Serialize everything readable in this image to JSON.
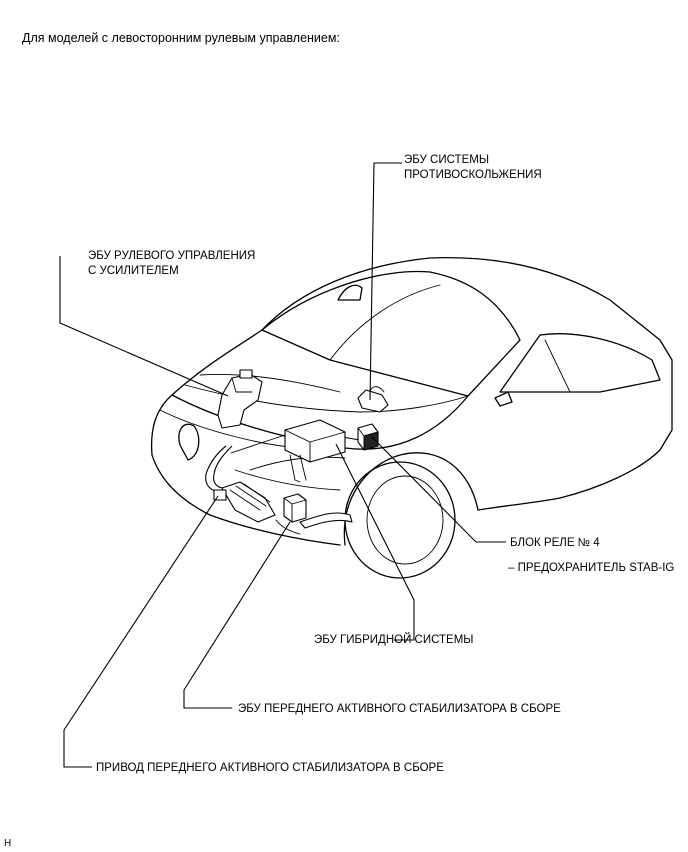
{
  "heading": "Для моделей с левосторонним рулевым управлением:",
  "labels": {
    "skid_ecu_line1": "ЭБУ СИСТЕМЫ",
    "skid_ecu_line2": "ПРОТИВОСКОЛЬЖЕНИЯ",
    "eps_ecu_line1": "ЭБУ РУЛЕВОГО УПРАВЛЕНИЯ",
    "eps_ecu_line2": "С УСИЛИТЕЛЕМ",
    "relay_block": "БЛОК РЕЛЕ № 4",
    "fuse": "– ПРЕДОХРАНИТЕЛЬ STAB-IG",
    "hybrid_ecu": "ЭБУ ГИБРИДНОЙ СИСТЕМЫ",
    "stabilizer_ecu": "ЭБУ ПЕРЕДНЕГО АКТИВНОГО СТАБИЛИЗАТОРА В СБОРЕ",
    "stabilizer_actuator": "ПРИВОД ПЕРЕДНЕГО АКТИВНОГО СТАБИЛИЗАТОРА В СБОРЕ"
  },
  "corner_mark": "H"
}
